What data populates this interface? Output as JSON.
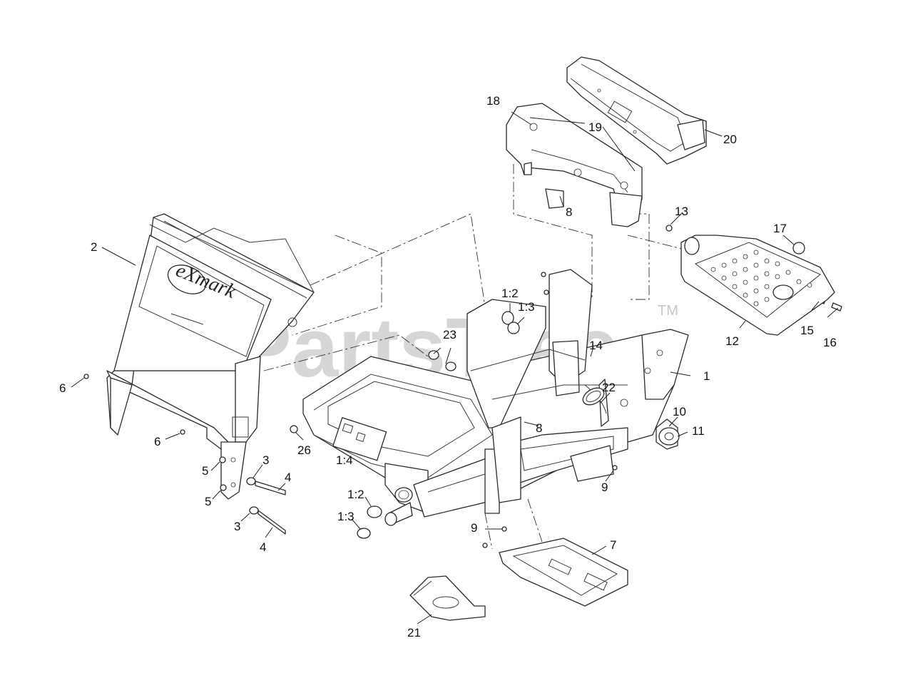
{
  "watermark": {
    "text": "PartsTree",
    "trademark": "TM"
  },
  "logo": {
    "text": "eXmark"
  },
  "callouts": [
    {
      "id": "c-1",
      "label": "1"
    },
    {
      "id": "c-2",
      "label": "2"
    },
    {
      "id": "c-3a",
      "label": "3"
    },
    {
      "id": "c-3b",
      "label": "3"
    },
    {
      "id": "c-4a",
      "label": "4"
    },
    {
      "id": "c-4b",
      "label": "4"
    },
    {
      "id": "c-5a",
      "label": "5"
    },
    {
      "id": "c-5b",
      "label": "5"
    },
    {
      "id": "c-6a",
      "label": "6"
    },
    {
      "id": "c-6b",
      "label": "6"
    },
    {
      "id": "c-7",
      "label": "7"
    },
    {
      "id": "c-8a",
      "label": "8"
    },
    {
      "id": "c-8b",
      "label": "8"
    },
    {
      "id": "c-9a",
      "label": "9"
    },
    {
      "id": "c-9b",
      "label": "9"
    },
    {
      "id": "c-10",
      "label": "10"
    },
    {
      "id": "c-11",
      "label": "11"
    },
    {
      "id": "c-12",
      "label": "12"
    },
    {
      "id": "c-13",
      "label": "13"
    },
    {
      "id": "c-14",
      "label": "14"
    },
    {
      "id": "c-15",
      "label": "15"
    },
    {
      "id": "c-16",
      "label": "16"
    },
    {
      "id": "c-17",
      "label": "17"
    },
    {
      "id": "c-18",
      "label": "18"
    },
    {
      "id": "c-19",
      "label": "19"
    },
    {
      "id": "c-20",
      "label": "20"
    },
    {
      "id": "c-21",
      "label": "21"
    },
    {
      "id": "c-22",
      "label": "22"
    },
    {
      "id": "c-23",
      "label": "23"
    },
    {
      "id": "c-26",
      "label": "26"
    },
    {
      "id": "c-1-2a",
      "label": "1:2"
    },
    {
      "id": "c-1-3a",
      "label": "1:3"
    },
    {
      "id": "c-1-2b",
      "label": "1:2"
    },
    {
      "id": "c-1-3b",
      "label": "1:3"
    },
    {
      "id": "c-1-4",
      "label": "1:4"
    }
  ]
}
